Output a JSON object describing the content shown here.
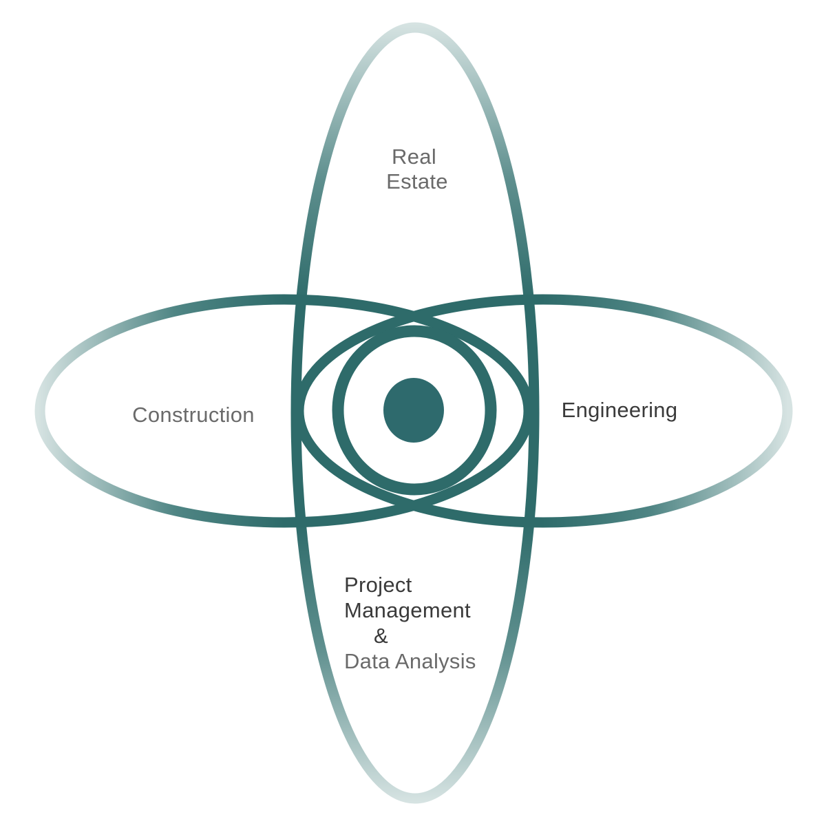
{
  "diagram": {
    "colors": {
      "ring": "#2e6b6a",
      "ring_fade": "#d6e3e2",
      "core": "#2e6a6d",
      "label_primary": "#3a3a3a",
      "label_secondary": "#6a6a6a"
    },
    "labels": {
      "real_estate_line1": "Real",
      "real_estate_line2": "Estate",
      "construction": "Construction",
      "engineering": "Engineering",
      "pm_line1": "Project",
      "pm_line2": "Management",
      "pm_line3": "&",
      "pm_line4": "Data Analysis"
    }
  }
}
